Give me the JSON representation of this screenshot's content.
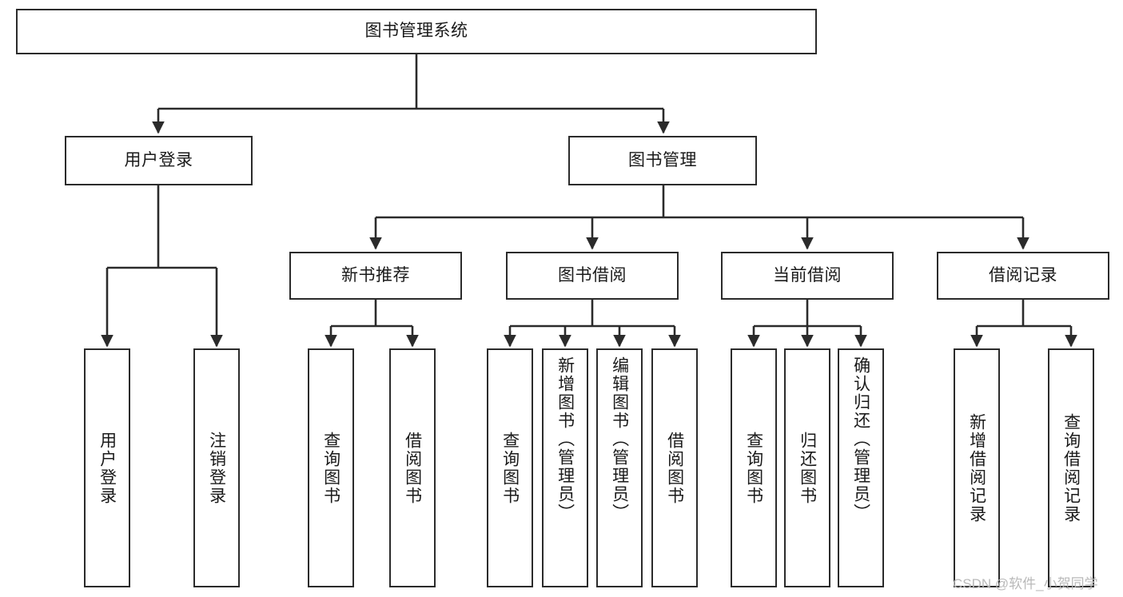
{
  "diagram": {
    "title": "图书管理系统",
    "type": "tree-hierarchy-chart",
    "watermark": "CSDN @软件_小贺同学",
    "colors": {
      "box_border": "#2b2b2b",
      "box_fill": "#ffffff",
      "text": "#1a1a1a",
      "edge": "#2b2b2b",
      "watermark": "#b9b9b9",
      "background": "#ffffff"
    },
    "root": {
      "id": "root",
      "label": "图书管理系统"
    },
    "level2": [
      {
        "id": "user-login",
        "label": "用户登录"
      },
      {
        "id": "book-manage",
        "label": "图书管理"
      }
    ],
    "level3": [
      {
        "id": "new-book-recommend",
        "label": "新书推荐"
      },
      {
        "id": "book-borrow",
        "label": "图书借阅"
      },
      {
        "id": "current-borrow",
        "label": "当前借阅"
      },
      {
        "id": "borrow-record",
        "label": "借阅记录"
      }
    ],
    "leaves": {
      "user_login": [
        {
          "id": "leaf-user-login",
          "label": "用户登录"
        },
        {
          "id": "leaf-logout-login",
          "label": "注销登录"
        }
      ],
      "new_book_recommend": [
        {
          "id": "leaf-query-book-1",
          "label": "查询图书"
        },
        {
          "id": "leaf-borrow-book-1",
          "label": "借阅图书"
        }
      ],
      "book_borrow": [
        {
          "id": "leaf-query-book-2",
          "label": "查询图书"
        },
        {
          "id": "leaf-add-book",
          "label": "新增图书（管理员）"
        },
        {
          "id": "leaf-edit-book",
          "label": "编辑图书（管理员）"
        },
        {
          "id": "leaf-borrow-book-2",
          "label": "借阅图书"
        }
      ],
      "current_borrow": [
        {
          "id": "leaf-query-book-3",
          "label": "查询图书"
        },
        {
          "id": "leaf-return-book",
          "label": "归还图书"
        },
        {
          "id": "leaf-confirm-return",
          "label": "确认归还（管理员）"
        }
      ],
      "borrow_record": [
        {
          "id": "leaf-add-borrow-record",
          "label": "新增借阅记录"
        },
        {
          "id": "leaf-query-borrow-record",
          "label": "查询借阅记录"
        }
      ]
    }
  }
}
